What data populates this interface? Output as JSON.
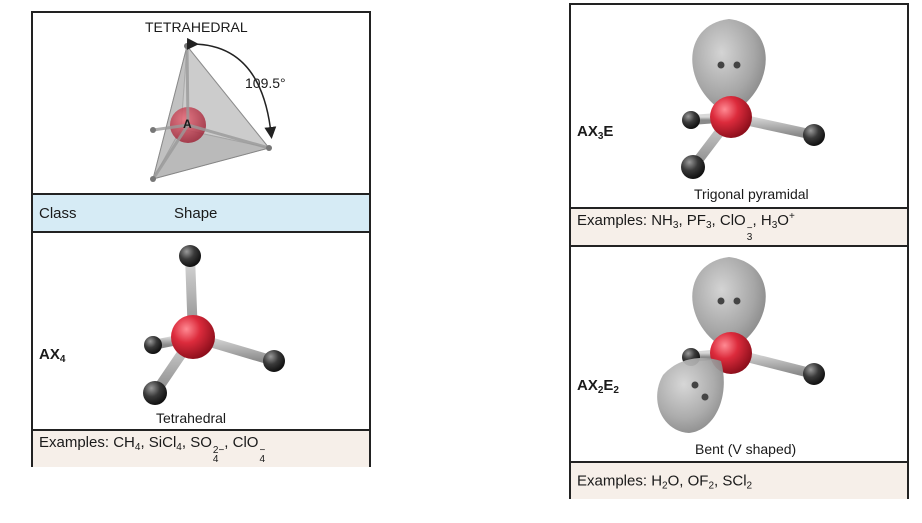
{
  "left_panel": {
    "top_title": "TETRAHEDRAL",
    "angle_label": "109.5°",
    "central_atom": "A",
    "header": {
      "class_label": "Class",
      "shape_label": "Shape"
    },
    "row": {
      "class_base": "AX",
      "class_sub": "4",
      "shape_name": "Tetrahedral",
      "examples_prefix": "Examples:",
      "examples": [
        {
          "base": "CH",
          "sub": "4"
        },
        {
          "base": "SiCl",
          "sub": "4"
        },
        {
          "base": "SO",
          "sub": "4",
          "sup": "2−"
        },
        {
          "base": "ClO",
          "sub": "4",
          "sup": "−"
        }
      ]
    }
  },
  "right_panel": {
    "row1": {
      "class_base": "AX",
      "class_sub": "3",
      "class_tail": "E",
      "shape_name": "Trigonal pyramidal",
      "examples_prefix": "Examples:",
      "examples": [
        {
          "base": "NH",
          "sub": "3"
        },
        {
          "base": "PF",
          "sub": "3"
        },
        {
          "base": "ClO",
          "sub": "3",
          "sup": "−"
        },
        {
          "base": "H",
          "sub": "3",
          "tail": "O",
          "tail_sup": "+"
        }
      ]
    },
    "row2": {
      "class_base": "AX",
      "class_sub": "2",
      "class_tail": "E",
      "class_tail_sub": "2",
      "shape_name": "Bent (V shaped)",
      "examples_prefix": "Examples:",
      "examples": [
        {
          "base": "H",
          "sub": "2",
          "tail": "O"
        },
        {
          "base": "OF",
          "sub": "2"
        },
        {
          "base": "SCl",
          "sub": "2"
        }
      ]
    }
  },
  "colors": {
    "header_bg": "#d6ebf5",
    "examples_bg": "#f6efe9",
    "central_atom": "#d42a3a",
    "outer_atom": "#3a3a3a",
    "lone_pair": "#a9a9a9"
  }
}
